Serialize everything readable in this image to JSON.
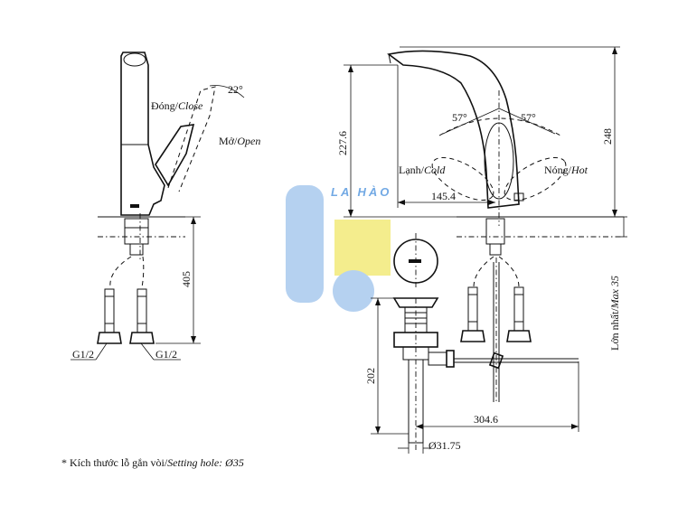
{
  "front_view": {
    "close_label": "Đóng/",
    "close_label_en": "Close",
    "open_label": "Mở/",
    "open_label_en": "Open",
    "angle_label": "22°",
    "height_label": "405",
    "inlet_left": "G1/2",
    "inlet_right": "G1/2"
  },
  "side_view": {
    "angle_left": "57°",
    "angle_right": "57°",
    "cold_label": "Lạnh/",
    "cold_label_en": "Cold",
    "hot_label": "Nóng/",
    "hot_label_en": "Hot",
    "spout_height": "227.6",
    "total_height": "248",
    "reach": "145.4",
    "max_thickness_vi": "Lớn nhất/",
    "max_thickness_en": "Max 35"
  },
  "drain": {
    "drain_height": "202",
    "drain_reach": "304.6",
    "pipe_diameter": "Ø31.75"
  },
  "footnote": {
    "prefix": "* Kích thước lỗ gắn vòi/",
    "en": "Setting hole: Ø35"
  },
  "watermark": {
    "text": "LA HÀO",
    "color_blue": "#a9c9ee",
    "color_yellow": "#f3ea7a"
  }
}
